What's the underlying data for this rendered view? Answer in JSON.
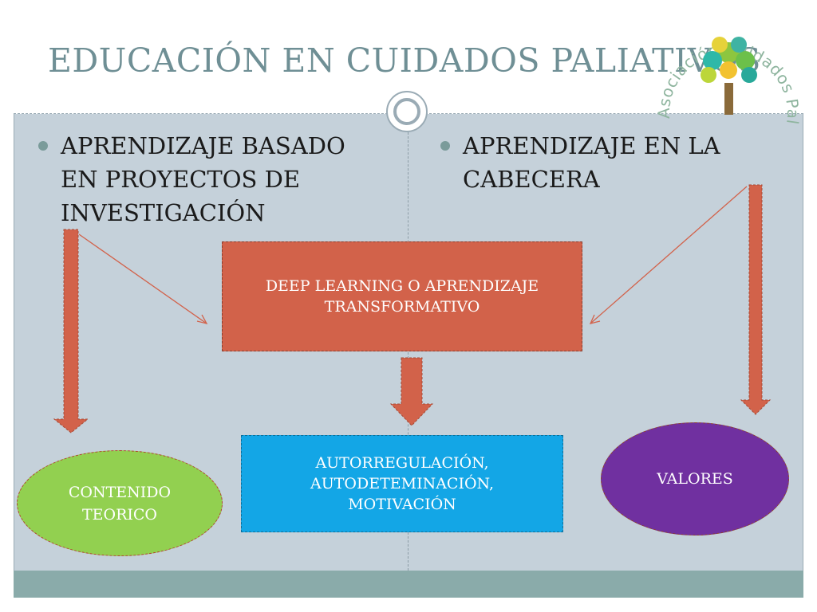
{
  "slide": {
    "title": "EDUCACIÓN EN CUIDADOS PALIATIVOS"
  },
  "left_column": {
    "heading": "APRENDIZAJE BASADO\nEN PROYECTOS DE\nINVESTIGACIÓN"
  },
  "right_column": {
    "heading": "APRENDIZAJE EN LA\nCABECERA"
  },
  "diagram": {
    "deep_learning": "DEEP LEARNING O APRENDIZAJE\nTRANSFORMATIVO",
    "autoregulacion": "AUTORREGULACIÓN,\nAUTODETEMINACIÓN,\nMOTIVACIÓN",
    "contenido_teorico": "CONTENIDO\nTEORICO",
    "valores": "VALORES"
  },
  "logo": {
    "text": "Asociación Cuidados Paliativos de Colombia"
  },
  "colors": {
    "title": "#6f8f95",
    "arrow_fill": "#d2624a",
    "deep_box": "#d2624a",
    "auto_box": "#13a6e6",
    "teorico_oval": "#92d050",
    "valores_oval": "#7030a0",
    "slide_bg": "#c5d1da",
    "bottom_band": "#8aabaa"
  }
}
